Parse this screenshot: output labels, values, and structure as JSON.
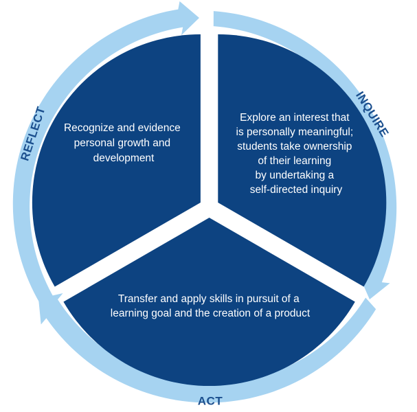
{
  "colors": {
    "segment_fill": "#0d4381",
    "ring_fill": "#a6d3f1",
    "ring_label": "#1b4f8e",
    "text": "#ffffff",
    "background": "#ffffff"
  },
  "segments": [
    {
      "id": "reflect",
      "ring_label": "REFLECT",
      "lines": [
        "Recognize and evidence",
        "personal growth and",
        "development"
      ]
    },
    {
      "id": "inquire",
      "ring_label": "INQUIRE",
      "lines": [
        "Explore an interest that",
        "is personally meaningful;",
        "students take ownership",
        "of their learning",
        "by undertaking a",
        "self-directed inquiry"
      ]
    },
    {
      "id": "act",
      "ring_label": "ACT",
      "lines": [
        "Transfer and apply skills in pursuit of a",
        "learning goal and the creation of a product"
      ]
    }
  ]
}
